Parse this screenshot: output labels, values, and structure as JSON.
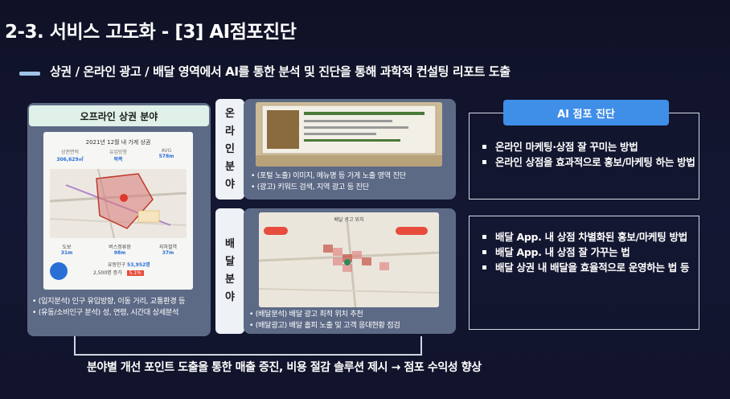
{
  "slide": {
    "title": "2-3. 서비스 고도화 - [3] AI점포진단",
    "subtitle": "상권 / 온라인 광고 / 배달 영역에서 AI를 통한 분석 및 진단을 통해 과학적 컨설팅 리포트 도출"
  },
  "offline": {
    "header": "오프라인 상권 분야",
    "screenshot": {
      "caption": "2021년 12월 내 가게 상권",
      "stats": [
        {
          "label": "상권면적",
          "value": "306,629㎡"
        },
        {
          "label": "유입방향",
          "value": "북쪽"
        },
        {
          "label": "AVG",
          "value": "578m"
        }
      ],
      "bottom": {
        "items": [
          {
            "label": "도보",
            "value": "31m"
          },
          {
            "label": "버스정류장",
            "value": "98m"
          },
          {
            "label": "지하철역",
            "value": "37m"
          }
        ],
        "population_label": "유동인구",
        "population_value": "53,952명",
        "change": "5.1%",
        "badge": "2,500명 증가"
      }
    },
    "bullets": [
      "• (입지분석) 인구 유입방향, 이동 거리, 교통환경 등",
      "• (유동/소비인구 분석) 성, 연령, 시간대 상세분석"
    ]
  },
  "online": {
    "tab_chars": [
      "온",
      "라",
      "인",
      "분",
      "야"
    ],
    "bullets": [
      "• (포털 노출) 이미지, 메뉴명 등 가게 노출 영역 진단",
      "• (광고) 키워드 검색, 지역 광고 등 진단"
    ]
  },
  "delivery": {
    "tab_chars": [
      "배",
      "달",
      "분",
      "야"
    ],
    "screenshot_caption": "배달 광고 위치",
    "bullets": [
      "• (배달분석) 배달 광고 최적 위치 추천",
      "• (배달광고) 배달 홀피 노출 및 고객 응대현황 점검"
    ]
  },
  "conclusion": "분야별 개선 포인트 도출을 통한 매출 증진, 비용 절감 솔루션 제시 → 점포 수익성 향상",
  "ai_diagnosis": {
    "header": "AI 점포 진단",
    "online_items": [
      "온라인 마케팅·상점 잘 꾸미는 방법",
      "온라인 상점을 효과적으로 홍보/마케팅 하는 방법"
    ],
    "delivery_items": [
      "배달 App. 내 상점 차별화된 홍보/마케팅 방법",
      "배달 App. 내 상점 잘 가꾸는 법",
      "배달 상권 내 배달을 효율적으로 운영하는 법 등"
    ]
  },
  "colors": {
    "accent_blue": "#3f8ee8",
    "panel": "#5d6a86",
    "header_green": "#dff1e8"
  }
}
